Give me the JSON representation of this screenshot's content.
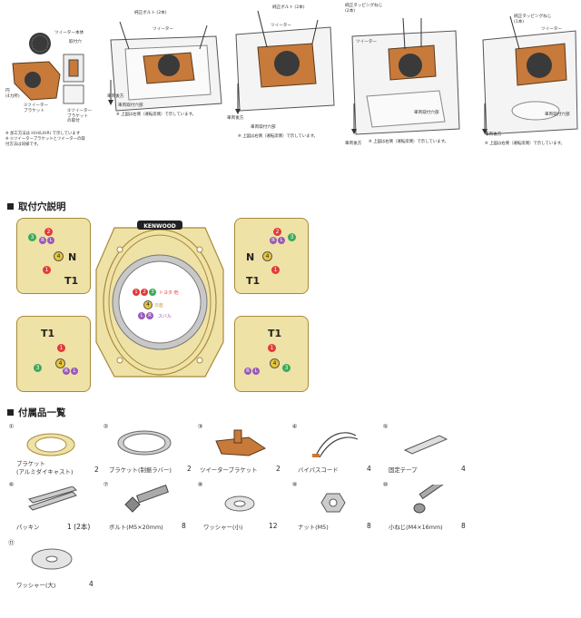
{
  "install_steps": {
    "step1": {
      "tweeter_body": "ツイーター本体",
      "mount_hole": "取付穴",
      "mount_hole_sub": "(4カ所)",
      "circle": "円",
      "bracket_label": "①ツイーター\nブラケット",
      "bracket2_label": "②ツイーター\nブラケット\nの取付",
      "note": "※ 加工方法は H(H/L/HR) で示しています\n※ ①ツイーターブラケットとツイーターの取\n付方法は同様です。"
    },
    "step2": {
      "bolt": "純正ボルト (2本)",
      "tweeter": "ツイーター",
      "car_rear": "車両後方",
      "mount_hole": "車両取付穴部",
      "note": "※ 上図は右側（運転席側）で示しています。"
    },
    "step3": {
      "bolt": "純正ボルト (2本)",
      "tweeter": "ツイーター",
      "car_rear": "車両後方",
      "mount_hole": "車両取付穴部",
      "note": "※ 上図は右側（運転席側）で示しています。"
    },
    "step4": {
      "screw": "純正タッピングねじ\n(2本)",
      "tweeter": "ツイーター",
      "mount_hole": "車両取付穴部",
      "car_rear": "車両後方",
      "note": "※ 上図は右側（運転席側）で示しています。"
    },
    "step5": {
      "screw": "純正タッピングねじ\n(1本)",
      "tweeter": "ツイーター",
      "mount_hole": "車両取付穴部",
      "car_rear": "車両後方",
      "note": "※ 上図は右側（運転席側）で示しています。"
    }
  },
  "mount_section": {
    "title": "取付穴説明",
    "brand": "KENWOOD",
    "legend": {
      "toyota_nums": [
        "1",
        "2",
        "3"
      ],
      "toyota_label": "トヨタ 他",
      "nissan_num": "4",
      "nissan_label": "日産",
      "subaru_nums": [
        "L",
        "R"
      ],
      "subaru_label": "スバル"
    },
    "tl": {
      "letter_n": "N",
      "letter_t1": "T1",
      "nums": [
        "3",
        "R",
        "L",
        "2",
        "4",
        "1"
      ]
    },
    "tr": {
      "letter_n": "N",
      "letter_t1": "T1",
      "nums": [
        "2",
        "R",
        "L",
        "3",
        "4",
        "1"
      ]
    },
    "bl": {
      "letter_t1": "T1",
      "nums": [
        "1",
        "3",
        "4",
        "R",
        "L"
      ]
    },
    "br": {
      "letter_t1": "T1",
      "nums": [
        "1",
        "4",
        "R",
        "L",
        "3"
      ]
    }
  },
  "accessories": {
    "title": "付属品一覧",
    "items": [
      {
        "num": "①",
        "label": "ブラケット\n(アルミダイキャスト)",
        "qty": "2"
      },
      {
        "num": "②",
        "label": "ブラケット(制振ラバー)",
        "qty": "2"
      },
      {
        "num": "③",
        "label": "ツイーターブラケット",
        "qty": "2"
      },
      {
        "num": "④",
        "label": "バイパスコード",
        "qty": "4"
      },
      {
        "num": "⑤",
        "label": "固定テープ",
        "qty": "4"
      },
      {
        "num": "⑥",
        "label": "パッキン",
        "qty": "1 (2本)"
      },
      {
        "num": "⑦",
        "label": "ボルト(M5×20mm)",
        "qty": "8"
      },
      {
        "num": "⑧",
        "label": "ワッシャー(小)",
        "qty": "12"
      },
      {
        "num": "⑨",
        "label": "ナット(M5)",
        "qty": "8"
      },
      {
        "num": "⑩",
        "label": "小ねじ(M4×16mm)",
        "qty": "8"
      },
      {
        "num": "⑪",
        "label": "ワッシャー(大)",
        "qty": "4"
      }
    ]
  },
  "colors": {
    "bracket_fill": "#efe2a6",
    "bracket_stroke": "#a88a3a",
    "gold": "#c9a85a",
    "copper": "#c77a3a",
    "num_red": "#e23a3a",
    "num_green": "#3aaa5a",
    "num_yellow": "#e9c63a",
    "num_purple": "#9a5ab8"
  }
}
